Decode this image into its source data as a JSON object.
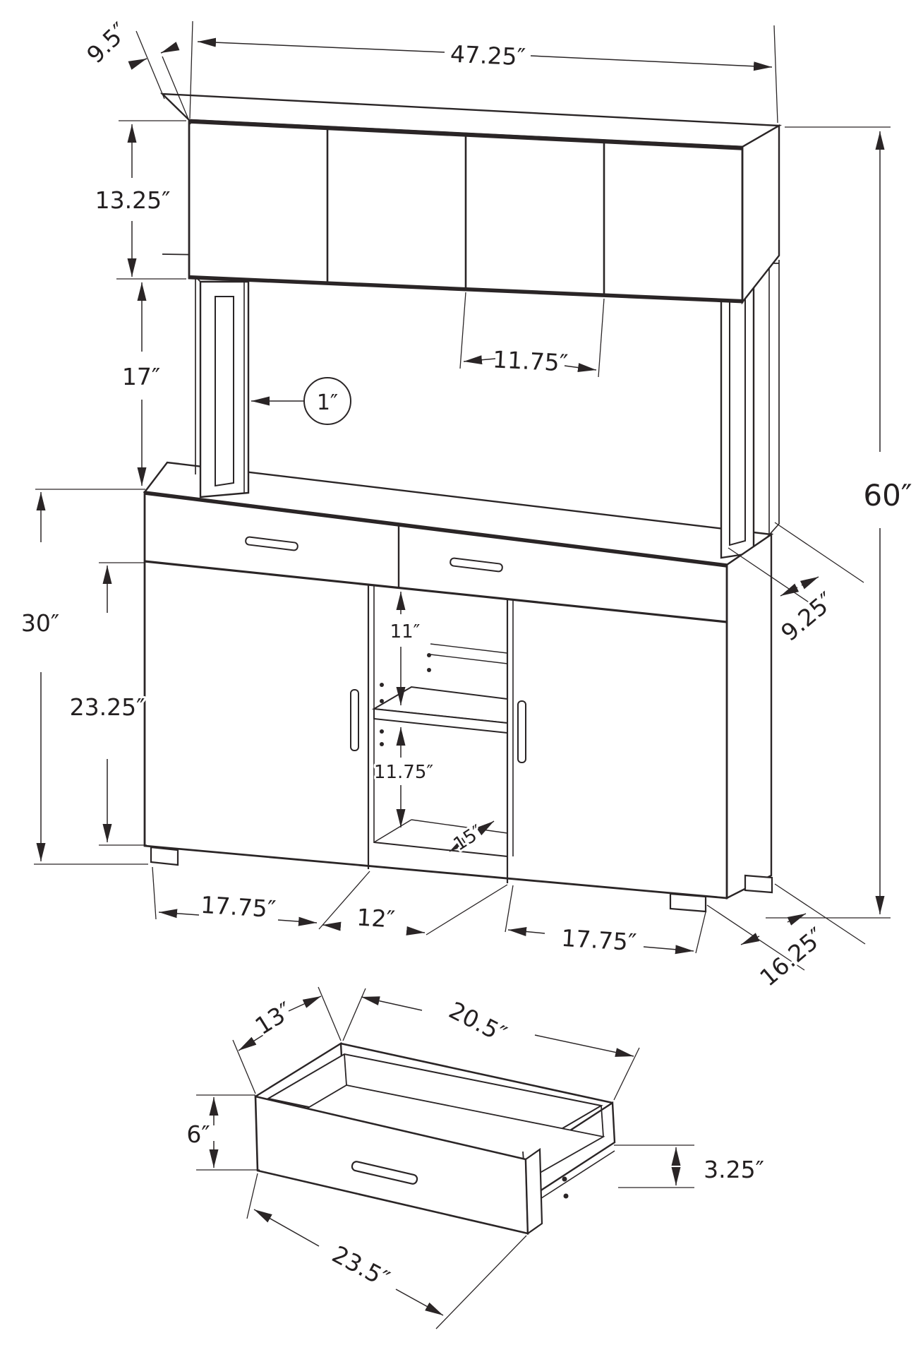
{
  "title": "Office credenza with hutch — dimensioned technical line drawing",
  "colors": {
    "background": "#ffffff",
    "line": "#2a2526",
    "text": "#231f20"
  },
  "drawing": {
    "views": [
      {
        "name": "main-unit-perspective",
        "annotations": [
          {
            "id": "hutch_depth",
            "value": "9.5″",
            "measures": "hutch top depth"
          },
          {
            "id": "hutch_width",
            "value": "47.25″",
            "measures": "overall width"
          },
          {
            "id": "hutch_height",
            "value": "13.25″",
            "measures": "hutch cabinet height"
          },
          {
            "id": "hutch_clearance",
            "value": "17″",
            "measures": "open clearance between hutch and base"
          },
          {
            "id": "hutch_door_width",
            "value": "11.75″",
            "measures": "hutch door width"
          },
          {
            "id": "frame_tube",
            "value": "1″",
            "measures": "support frame tube thickness"
          },
          {
            "id": "total_height",
            "value": "60″",
            "measures": "overall height"
          },
          {
            "id": "frame_depth",
            "value": "9.25″",
            "measures": "support frame depth"
          },
          {
            "id": "base_height",
            "value": "30″",
            "measures": "base cabinet height"
          },
          {
            "id": "base_door_height",
            "value": "23.25″",
            "measures": "base door height"
          },
          {
            "id": "opening_upper",
            "value": "11″",
            "measures": "upper open shelf height"
          },
          {
            "id": "opening_lower",
            "value": "11.75″",
            "measures": "lower open shelf height"
          },
          {
            "id": "shelf_depth",
            "value": "15″",
            "measures": "open shelf depth"
          },
          {
            "id": "door_width_left",
            "value": "17.75″",
            "measures": "left door width"
          },
          {
            "id": "center_width",
            "value": "12″",
            "measures": "center open section width"
          },
          {
            "id": "door_width_right",
            "value": "17.75″",
            "measures": "right door width"
          },
          {
            "id": "base_depth",
            "value": "16.25″",
            "measures": "base cabinet depth"
          }
        ]
      },
      {
        "name": "drawer-detail",
        "annotations": [
          {
            "id": "drawer_back_width",
            "value": "13″",
            "measures": "drawer interior width"
          },
          {
            "id": "drawer_side_length",
            "value": "20.5″",
            "measures": "drawer side length"
          },
          {
            "id": "drawer_front_height",
            "value": "6″",
            "measures": "drawer front height"
          },
          {
            "id": "drawer_side_height",
            "value": "3.25″",
            "measures": "drawer side height"
          },
          {
            "id": "drawer_front_width",
            "value": "23.5″",
            "measures": "drawer front width"
          }
        ]
      }
    ]
  },
  "labels": {
    "hutch_depth": "9.5″",
    "hutch_width": "47.25″",
    "hutch_height": "13.25″",
    "hutch_clearance": "17″",
    "hutch_door_width": "11.75″",
    "frame_tube": "1″",
    "total_height": "60″",
    "frame_depth": "9.25″",
    "base_height": "30″",
    "base_door_height": "23.25″",
    "opening_upper": "11″",
    "opening_lower": "11.75″",
    "shelf_depth": "15″",
    "door_width_left": "17.75″",
    "center_width": "12″",
    "door_width_right": "17.75″",
    "base_depth": "16.25″",
    "drawer_back_width": "13″",
    "drawer_side_length": "20.5″",
    "drawer_front_height": "6″",
    "drawer_side_height": "3.25″",
    "drawer_front_width": "23.5″"
  }
}
